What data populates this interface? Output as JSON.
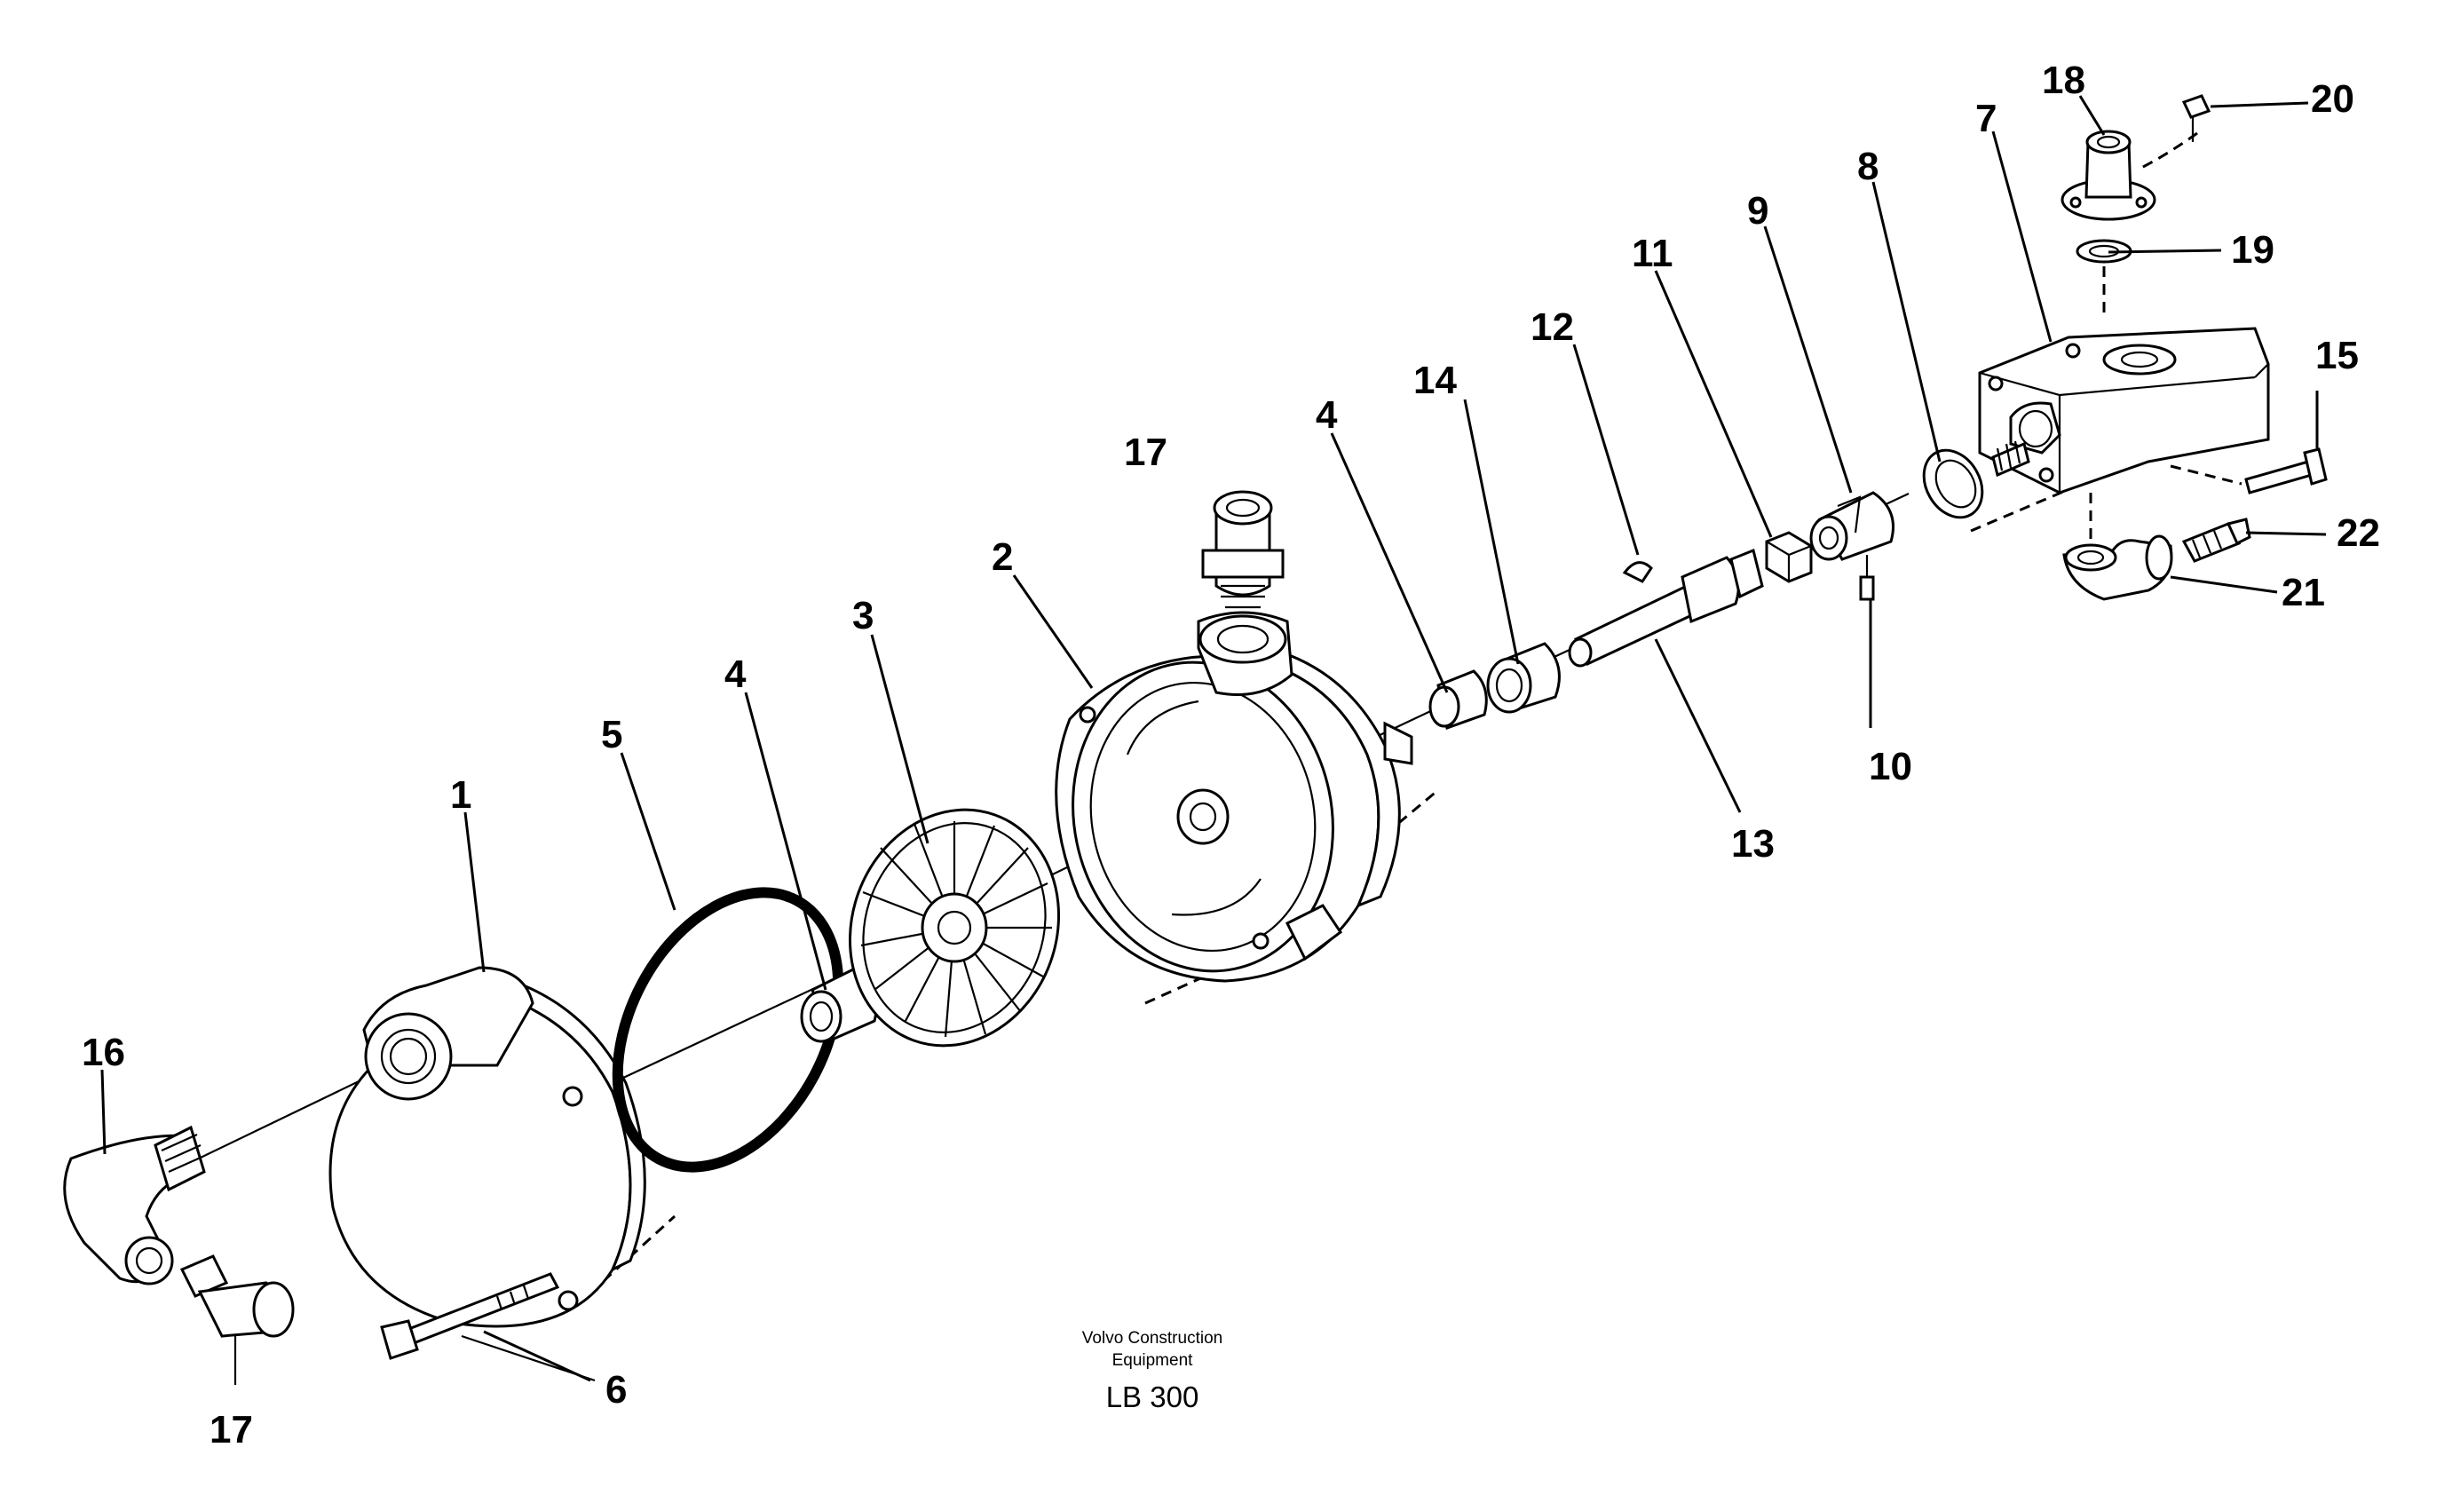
{
  "diagram": {
    "callouts": [
      {
        "id": "c1",
        "text": "1"
      },
      {
        "id": "c2",
        "text": "2"
      },
      {
        "id": "c3",
        "text": "3"
      },
      {
        "id": "c4a",
        "text": "4"
      },
      {
        "id": "c4b",
        "text": "4"
      },
      {
        "id": "c5",
        "text": "5"
      },
      {
        "id": "c6",
        "text": "6"
      },
      {
        "id": "c7",
        "text": "7"
      },
      {
        "id": "c8",
        "text": "8"
      },
      {
        "id": "c9",
        "text": "9"
      },
      {
        "id": "c10",
        "text": "10"
      },
      {
        "id": "c11",
        "text": "11"
      },
      {
        "id": "c12",
        "text": "12"
      },
      {
        "id": "c13",
        "text": "13"
      },
      {
        "id": "c14",
        "text": "14"
      },
      {
        "id": "c15",
        "text": "15"
      },
      {
        "id": "c16",
        "text": "16"
      },
      {
        "id": "c17a",
        "text": "17"
      },
      {
        "id": "c17b",
        "text": "17"
      },
      {
        "id": "c18",
        "text": "18"
      },
      {
        "id": "c19",
        "text": "19"
      },
      {
        "id": "c20",
        "text": "20"
      },
      {
        "id": "c21",
        "text": "21"
      },
      {
        "id": "c22",
        "text": "22"
      }
    ],
    "caption": {
      "line1": "Volvo Construction",
      "line2": "Equipment",
      "code": "LB 300"
    }
  }
}
